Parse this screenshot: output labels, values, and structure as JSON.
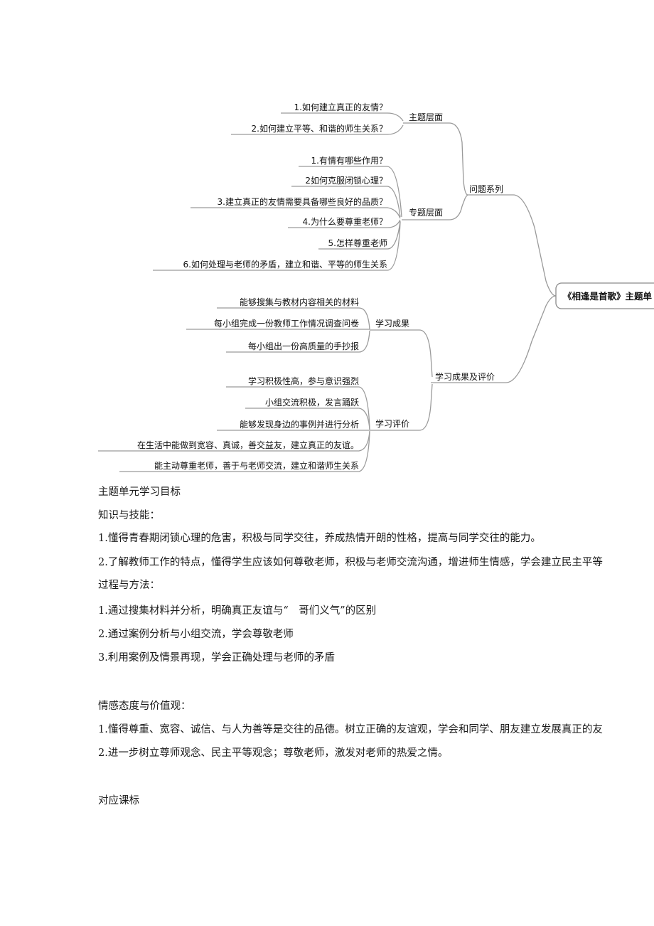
{
  "mindmap": {
    "center": "《相逢是首歌》主题单",
    "problem_series": "问题系列",
    "theme_level": "主题层面",
    "theme_items": [
      "1.如何建立真正的友情？",
      "2.如何建立平等、和谐的师生关系？"
    ],
    "topic_level": "专题层面",
    "topic_items": [
      "1.有情有哪些作用？",
      "2如何克服闭锁心理？",
      "3.建立真正的友情需要具备哪些良好的品质？",
      "4.为什么要尊重老师？",
      "5.怎样尊重老师",
      "6.如何处理与老师的矛盾，建立和谐、平等的师生关系"
    ],
    "results_eval": "学习成果及评价",
    "results": "学习成果",
    "results_items": [
      "能够搜集与教材内容相关的材料",
      "每小组完成一份教师工作情况调查问卷",
      "每小组出一份高质量的手抄报"
    ],
    "evaluation": "学习评价",
    "evaluation_items": [
      "学习积极性高，参与意识强烈",
      "小组交流积极，发言踊跃",
      "能够发现身边的事例并进行分析",
      "在生活中能做到宽容、真诚，善交益友，建立真正的友谊。",
      "能主动尊重老师，善于与老师交流，建立和谐师生关系"
    ]
  },
  "document": {
    "goal_title": "主题单元学习目标",
    "knowledge_title": "知识与技能：",
    "knowledge_items": [
      "1.懂得青春期闭锁心理的危害，积极与同学交往，养成热情开朗的性格，提高与同学交往的能力。",
      "2.了解教师工作的特点，懂得学生应该如何尊敬老师，积极与老师交流沟通，增进师生情感，学会建立民主平等"
    ],
    "process_title": "过程与方法：",
    "process_items": [
      "1.通过搜集材料并分析，明确真正友谊与“　哥们义气”的区别",
      "2.通过案例分析与小组交流，学会尊敬老师",
      "3.利用案例及情景再现，学会正确处理与老师的矛盾"
    ],
    "emotion_title": "情感态度与价值观：",
    "emotion_items": [
      "1.懂得尊重、宽容、诚信、与人为善等是交往的品德。树立正确的友谊观，学会和同学、朋友建立发展真正的友",
      "2.进一步树立尊师观念、民主平等观念；尊敬老师，激发对老师的热爱之情。"
    ],
    "standard_title": "对应课标"
  }
}
